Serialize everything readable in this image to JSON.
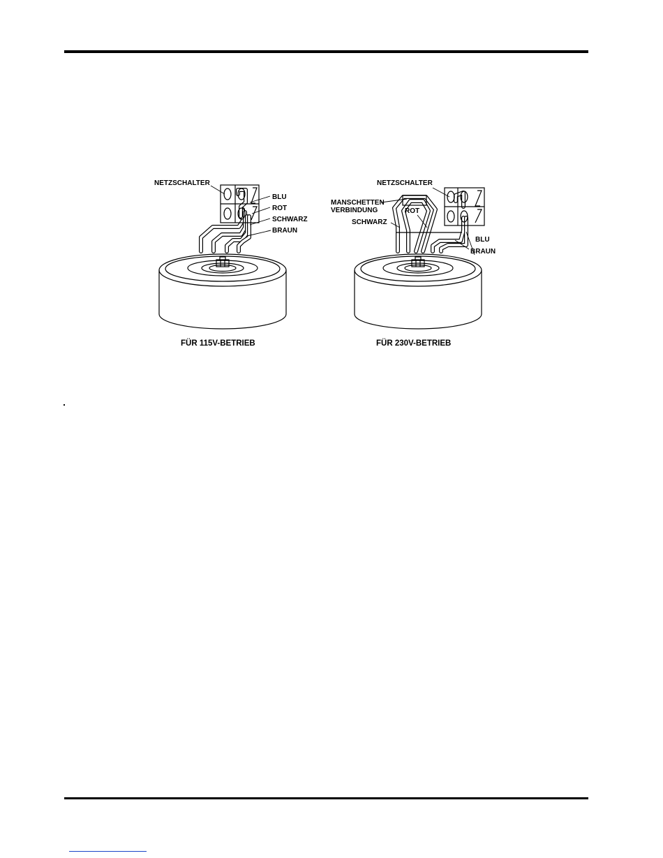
{
  "left_figure": {
    "caption": "FÜR  115V-BETRIEB",
    "labels": {
      "switch": "NETZSCHALTER",
      "blue": "BLU",
      "red": "ROT",
      "black": "SCHWARZ",
      "brown": "BRAUN"
    }
  },
  "right_figure": {
    "caption": "FÜR  230V-BETRIEB",
    "labels": {
      "switch": "NETZSCHALTER",
      "sleeve_1": "MANSCHETTEN",
      "sleeve_2": "VERBINDUNG",
      "red": "ROT",
      "black": "SCHWARZ",
      "blue": "BLU",
      "brown": "BRAUN"
    }
  }
}
